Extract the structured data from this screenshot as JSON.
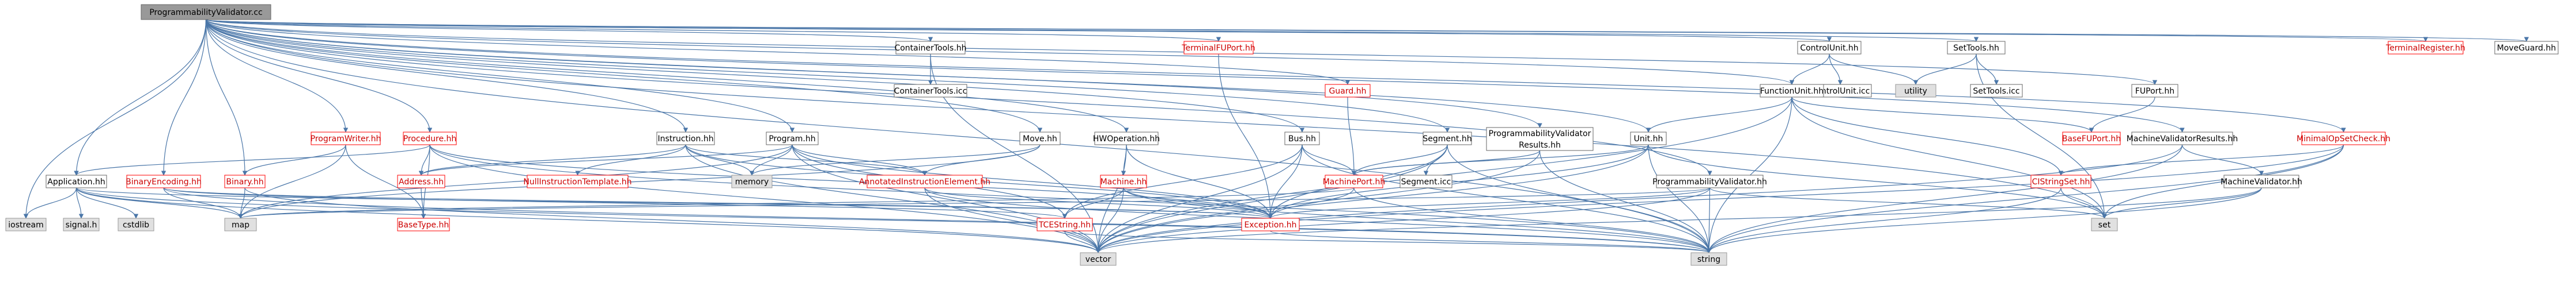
{
  "colors": {
    "edge": "#4a76a8",
    "edge_red": "#c0392b",
    "node_fill": "#ffffff",
    "node_border": "#666666",
    "external_fill": "#e0e0e0",
    "external_border": "#999999",
    "root_fill": "#999999",
    "root_border": "#666666",
    "missing_border": "#ff0000",
    "missing_text": "#cc0000",
    "text": "#000000"
  },
  "nodes": [
    {
      "id": "root",
      "label": "ProgrammabilityValidator.cc",
      "kind": "root"
    },
    {
      "id": "containertools_hh",
      "label": "ContainerTools.hh",
      "kind": "normal"
    },
    {
      "id": "containertools_icc",
      "label": "ContainerTools.icc",
      "kind": "normal"
    },
    {
      "id": "terminalfuport_hh",
      "label": "TerminalFUPort.hh",
      "kind": "missing"
    },
    {
      "id": "guard_hh",
      "label": "Guard.hh",
      "kind": "missing"
    },
    {
      "id": "controlunit_hh",
      "label": "ControlUnit.hh",
      "kind": "normal"
    },
    {
      "id": "settools_hh",
      "label": "SetTools.hh",
      "kind": "normal"
    },
    {
      "id": "utility",
      "label": "utility",
      "kind": "external"
    },
    {
      "id": "controlunit_icc",
      "label": "ControlUnit.icc",
      "kind": "normal"
    },
    {
      "id": "settools_icc",
      "label": "SetTools.icc",
      "kind": "normal"
    },
    {
      "id": "functionunit_hh",
      "label": "FunctionUnit.hh",
      "kind": "normal"
    },
    {
      "id": "fuport_hh",
      "label": "FUPort.hh",
      "kind": "normal"
    },
    {
      "id": "terminalregister_hh",
      "label": "TerminalRegister.hh",
      "kind": "missing"
    },
    {
      "id": "moveguard_hh",
      "label": "MoveGuard.hh",
      "kind": "normal"
    },
    {
      "id": "basefuport_hh",
      "label": "BaseFUPort.hh",
      "kind": "missing"
    },
    {
      "id": "programwriter_hh",
      "label": "ProgramWriter.hh",
      "kind": "missing"
    },
    {
      "id": "procedure_hh",
      "label": "Procedure.hh",
      "kind": "missing"
    },
    {
      "id": "instruction_hh",
      "label": "Instruction.hh",
      "kind": "normal"
    },
    {
      "id": "program_hh",
      "label": "Program.hh",
      "kind": "normal"
    },
    {
      "id": "move_hh",
      "label": "Move.hh",
      "kind": "normal"
    },
    {
      "id": "hwoperation_hh",
      "label": "HWOperation.hh",
      "kind": "normal"
    },
    {
      "id": "bus_hh",
      "label": "Bus.hh",
      "kind": "normal"
    },
    {
      "id": "segment_hh",
      "label": "Segment.hh",
      "kind": "normal"
    },
    {
      "id": "pvresults_hh",
      "label": "ProgrammabilityValidator Results.hh",
      "kind": "normal"
    },
    {
      "id": "unit_hh",
      "label": "Unit.hh",
      "kind": "normal"
    },
    {
      "id": "mvresults_hh",
      "label": "MachineValidatorResults.hh",
      "kind": "normal"
    },
    {
      "id": "minimalopsetcheck_hh",
      "label": "MinimalOpSetCheck.hh",
      "kind": "missing"
    },
    {
      "id": "application_hh",
      "label": "Application.hh",
      "kind": "normal"
    },
    {
      "id": "binaryencoding_hh",
      "label": "BinaryEncoding.hh",
      "kind": "missing"
    },
    {
      "id": "binary_hh",
      "label": "Binary.hh",
      "kind": "missing"
    },
    {
      "id": "address_hh",
      "label": "Address.hh",
      "kind": "missing"
    },
    {
      "id": "nullinstructiontemplate_hh",
      "label": "NullInstructionTemplate.hh",
      "kind": "missing"
    },
    {
      "id": "memory",
      "label": "memory",
      "kind": "external"
    },
    {
      "id": "annotatedinstructionelement_hh",
      "label": "AnnotatedInstructionElement.hh",
      "kind": "missing"
    },
    {
      "id": "machine_hh",
      "label": "Machine.hh",
      "kind": "missing"
    },
    {
      "id": "machineport_hh",
      "label": "MachinePort.hh",
      "kind": "missing"
    },
    {
      "id": "segment_icc",
      "label": "Segment.icc",
      "kind": "normal"
    },
    {
      "id": "programmabilityvalidator_hh",
      "label": "ProgrammabilityValidator.hh",
      "kind": "normal"
    },
    {
      "id": "cistringset_hh",
      "label": "CIStringSet.hh",
      "kind": "missing"
    },
    {
      "id": "machinevalidator_hh",
      "label": "MachineValidator.hh",
      "kind": "normal"
    },
    {
      "id": "iostream",
      "label": "iostream",
      "kind": "external"
    },
    {
      "id": "signal_h",
      "label": "signal.h",
      "kind": "external"
    },
    {
      "id": "cstdlib",
      "label": "cstdlib",
      "kind": "external"
    },
    {
      "id": "map",
      "label": "map",
      "kind": "external"
    },
    {
      "id": "basetype_hh",
      "label": "BaseType.hh",
      "kind": "missing"
    },
    {
      "id": "tcestring_hh",
      "label": "TCEString.hh",
      "kind": "missing"
    },
    {
      "id": "exception_hh",
      "label": "Exception.hh",
      "kind": "missing"
    },
    {
      "id": "set",
      "label": "set",
      "kind": "external"
    },
    {
      "id": "vector",
      "label": "vector",
      "kind": "external"
    },
    {
      "id": "string",
      "label": "string",
      "kind": "external"
    }
  ],
  "edges": [
    [
      "root",
      "containertools_hh"
    ],
    [
      "root",
      "terminalfuport_hh"
    ],
    [
      "root",
      "guard_hh"
    ],
    [
      "root",
      "controlunit_hh"
    ],
    [
      "root",
      "settools_hh"
    ],
    [
      "root",
      "fuport_hh"
    ],
    [
      "root",
      "terminalregister_hh"
    ],
    [
      "root",
      "moveguard_hh"
    ],
    [
      "root",
      "programwriter_hh"
    ],
    [
      "root",
      "procedure_hh"
    ],
    [
      "root",
      "instruction_hh"
    ],
    [
      "root",
      "program_hh"
    ],
    [
      "root",
      "move_hh"
    ],
    [
      "root",
      "hwoperation_hh"
    ],
    [
      "root",
      "bus_hh"
    ],
    [
      "root",
      "segment_hh"
    ],
    [
      "root",
      "pvresults_hh"
    ],
    [
      "root",
      "unit_hh"
    ],
    [
      "root",
      "mvresults_hh"
    ],
    [
      "root",
      "minimalopsetcheck_hh"
    ],
    [
      "root",
      "application_hh"
    ],
    [
      "root",
      "binaryencoding_hh"
    ],
    [
      "root",
      "binary_hh"
    ],
    [
      "root",
      "iostream"
    ],
    [
      "root",
      "functionunit_hh"
    ],
    [
      "root",
      "programmabilityvalidator_hh"
    ],
    [
      "root",
      "string"
    ],
    [
      "root",
      "set"
    ],
    [
      "containertools_hh",
      "containertools_icc"
    ],
    [
      "containertools_hh",
      "vector"
    ],
    [
      "terminalfuport_hh",
      "exception_hh"
    ],
    [
      "guard_hh",
      "machineport_hh"
    ],
    [
      "controlunit_hh",
      "utility"
    ],
    [
      "controlunit_hh",
      "controlunit_icc"
    ],
    [
      "controlunit_hh",
      "functionunit_hh"
    ],
    [
      "settools_hh",
      "utility"
    ],
    [
      "settools_hh",
      "settools_icc"
    ],
    [
      "settools_hh",
      "set"
    ],
    [
      "functionunit_hh",
      "basefuport_hh"
    ],
    [
      "functionunit_hh",
      "unit_hh"
    ],
    [
      "functionunit_hh",
      "cistringset_hh"
    ],
    [
      "functionunit_hh",
      "vector"
    ],
    [
      "functionunit_hh",
      "string"
    ],
    [
      "functionunit_hh",
      "set"
    ],
    [
      "fuport_hh",
      "basefuport_hh"
    ],
    [
      "programwriter_hh",
      "binary_hh"
    ],
    [
      "programwriter_hh",
      "map"
    ],
    [
      "programwriter_hh",
      "basetype_hh"
    ],
    [
      "procedure_hh",
      "address_hh"
    ],
    [
      "procedure_hh",
      "application_hh"
    ],
    [
      "procedure_hh",
      "basetype_hh"
    ],
    [
      "procedure_hh",
      "exception_hh"
    ],
    [
      "procedure_hh",
      "vector"
    ],
    [
      "procedure_hh",
      "string"
    ],
    [
      "instruction_hh",
      "address_hh"
    ],
    [
      "instruction_hh",
      "nullinstructiontemplate_hh"
    ],
    [
      "instruction_hh",
      "memory"
    ],
    [
      "instruction_hh",
      "annotatedinstructionelement_hh"
    ],
    [
      "instruction_hh",
      "exception_hh"
    ],
    [
      "instruction_hh",
      "vector"
    ],
    [
      "program_hh",
      "address_hh"
    ],
    [
      "program_hh",
      "memory"
    ],
    [
      "program_hh",
      "annotatedinstructionelement_hh"
    ],
    [
      "program_hh",
      "exception_hh"
    ],
    [
      "program_hh",
      "tcestring_hh"
    ],
    [
      "program_hh",
      "vector"
    ],
    [
      "program_hh",
      "map"
    ],
    [
      "move_hh",
      "memory"
    ],
    [
      "move_hh",
      "annotatedinstructionelement_hh"
    ],
    [
      "move_hh",
      "map"
    ],
    [
      "hwoperation_hh",
      "machine_hh"
    ],
    [
      "hwoperation_hh",
      "exception_hh"
    ],
    [
      "hwoperation_hh",
      "vector"
    ],
    [
      "bus_hh",
      "machineport_hh"
    ],
    [
      "bus_hh",
      "tcestring_hh"
    ],
    [
      "bus_hh",
      "exception_hh"
    ],
    [
      "bus_hh",
      "vector"
    ],
    [
      "bus_hh",
      "string"
    ],
    [
      "segment_hh",
      "machineport_hh"
    ],
    [
      "segment_hh",
      "segment_icc"
    ],
    [
      "segment_hh",
      "exception_hh"
    ],
    [
      "segment_hh",
      "vector"
    ],
    [
      "segment_hh",
      "string"
    ],
    [
      "pvresults_hh",
      "machineport_hh"
    ],
    [
      "pvresults_hh",
      "vector"
    ],
    [
      "pvresults_hh",
      "string"
    ],
    [
      "unit_hh",
      "machineport_hh"
    ],
    [
      "unit_hh",
      "exception_hh"
    ],
    [
      "unit_hh",
      "vector"
    ],
    [
      "unit_hh",
      "string"
    ],
    [
      "unit_hh",
      "set"
    ],
    [
      "mvresults_hh",
      "machinevalidator_hh"
    ],
    [
      "mvresults_hh",
      "vector"
    ],
    [
      "mvresults_hh",
      "string"
    ],
    [
      "minimalopsetcheck_hh",
      "cistringset_hh"
    ],
    [
      "minimalopsetcheck_hh",
      "set"
    ],
    [
      "minimalopsetcheck_hh",
      "string"
    ],
    [
      "minimalopsetcheck_hh",
      "vector"
    ],
    [
      "application_hh",
      "iostream"
    ],
    [
      "application_hh",
      "signal_h"
    ],
    [
      "application_hh",
      "cstdlib"
    ],
    [
      "application_hh",
      "map"
    ],
    [
      "application_hh",
      "exception_hh"
    ],
    [
      "application_hh",
      "vector"
    ],
    [
      "application_hh",
      "string"
    ],
    [
      "binaryencoding_hh",
      "map"
    ],
    [
      "binaryencoding_hh",
      "tcestring_hh"
    ],
    [
      "binaryencoding_hh",
      "exception_hh"
    ],
    [
      "binaryencoding_hh",
      "string"
    ],
    [
      "binary_hh",
      "map"
    ],
    [
      "binary_hh",
      "vector"
    ],
    [
      "address_hh",
      "basetype_hh"
    ],
    [
      "annotatedinstructionelement_hh",
      "exception_hh"
    ],
    [
      "annotatedinstructionelement_hh",
      "vector"
    ],
    [
      "annotatedinstructionelement_hh",
      "string"
    ],
    [
      "machine_hh",
      "tcestring_hh"
    ],
    [
      "machine_hh",
      "exception_hh"
    ],
    [
      "machine_hh",
      "vector"
    ],
    [
      "machine_hh",
      "string"
    ],
    [
      "machineport_hh",
      "exception_hh"
    ],
    [
      "machineport_hh",
      "string"
    ],
    [
      "machineport_hh",
      "map"
    ],
    [
      "programmabilityvalidator_hh",
      "exception_hh"
    ],
    [
      "programmabilityvalidator_hh",
      "set"
    ],
    [
      "programmabilityvalidator_hh",
      "vector"
    ],
    [
      "programmabilityvalidator_hh",
      "string"
    ],
    [
      "programmabilityvalidator_hh",
      "map"
    ],
    [
      "cistringset_hh",
      "set"
    ],
    [
      "cistringset_hh",
      "string"
    ],
    [
      "machinevalidator_hh",
      "set"
    ],
    [
      "machinevalidator_hh",
      "string"
    ],
    [
      "machinevalidator_hh",
      "vector"
    ],
    [
      "tcestring_hh",
      "string"
    ],
    [
      "tcestring_hh",
      "vector"
    ],
    [
      "exception_hh",
      "string"
    ]
  ]
}
